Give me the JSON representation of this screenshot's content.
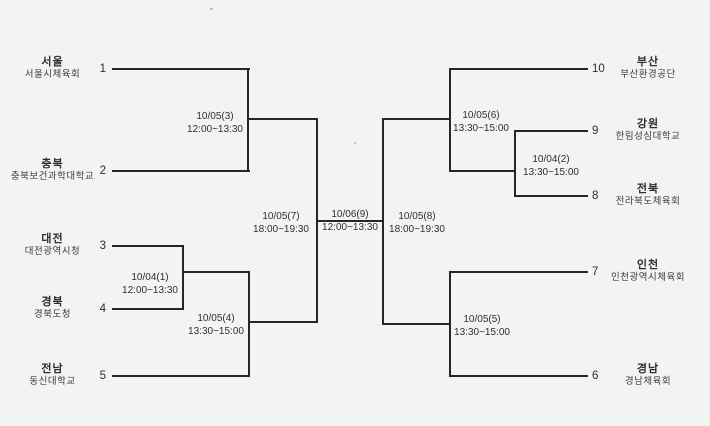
{
  "page": {
    "kind": "tournament-bracket",
    "background_color": "#f3f3f1",
    "line_color": "#23262c"
  },
  "bracket": {
    "teams": [
      {
        "seed": "1",
        "name": "서울",
        "org": "서울시체육회"
      },
      {
        "seed": "2",
        "name": "충북",
        "org": "충북보건과학대학교"
      },
      {
        "seed": "3",
        "name": "대전",
        "org": "대전광역시청"
      },
      {
        "seed": "4",
        "name": "경북",
        "org": "경북도청"
      },
      {
        "seed": "5",
        "name": "전남",
        "org": "동신대학교"
      },
      {
        "seed": "6",
        "name": "경남",
        "org": "경남체육회"
      },
      {
        "seed": "7",
        "name": "인천",
        "org": "인천광역시체육회"
      },
      {
        "seed": "8",
        "name": "전북",
        "org": "전라북도체육회"
      },
      {
        "seed": "9",
        "name": "강원",
        "org": "한림성심대학교"
      },
      {
        "seed": "10",
        "name": "부산",
        "org": "부산환경공단"
      }
    ],
    "matches": [
      {
        "code": "10/04(1)",
        "time": "12:00~13:30"
      },
      {
        "code": "10/04(2)",
        "time": "13:30~15:00"
      },
      {
        "code": "10/05(3)",
        "time": "12:00~13:30"
      },
      {
        "code": "10/05(4)",
        "time": "13:30~15:00"
      },
      {
        "code": "10/05(5)",
        "time": "13:30~15:00"
      },
      {
        "code": "10/05(6)",
        "time": "13:30~15:00"
      },
      {
        "code": "10/05(7)",
        "time": "18:00~19:30"
      },
      {
        "code": "10/05(8)",
        "time": "18:00~19:30"
      },
      {
        "code": "10/06(9)",
        "time": "12:00~13:30"
      }
    ]
  }
}
